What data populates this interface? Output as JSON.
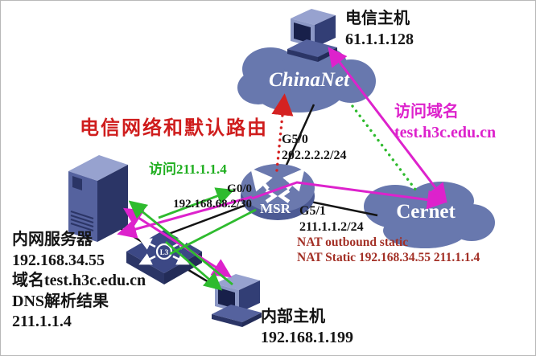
{
  "colors": {
    "cloud": "#6878ae",
    "icon_dark": "#2b3566",
    "icon_mid": "#55629e",
    "icon_light": "#8b97c5",
    "flow_magenta": "#dd22cc",
    "flow_green": "#2ebb2e",
    "route_red": "#d42222",
    "text_red": "#cf1d1d",
    "text_dark_red": "#a33026",
    "text_black": "#141414"
  },
  "nodes": {
    "telecom_host": {
      "name": "电信主机",
      "ip": "61.1.1.128"
    },
    "chinanet": {
      "name": "ChinaNet"
    },
    "cernet": {
      "name": "Cernet"
    },
    "router": {
      "name": "MSR"
    },
    "switch": {
      "badge": "L3"
    },
    "server": {
      "lines": [
        "内网服务器",
        "192.168.34.55",
        "域名test.h3c.edu.cn",
        "DNS解析结果",
        "211.1.1.4"
      ]
    },
    "internal_host": {
      "name": "内部主机",
      "ip": "192.168.1.199"
    }
  },
  "interfaces": {
    "g50": {
      "name": "G5/0",
      "addr": "202.2.2.2/24"
    },
    "g00": {
      "name": "G0/0",
      "addr": "192.168.68.2/30"
    },
    "g51": {
      "name": "G5/1",
      "addr": "211.1.1.2/24"
    }
  },
  "annotations": {
    "telecom_route": "电信网络和默认路由",
    "access_domain_title": "访问域名",
    "access_domain_value": "test.h3c.edu.cn",
    "access_ip": "访问211.1.1.4",
    "nat_line1": "NAT outbound static",
    "nat_line2": "NAT Static 192.168.34.55 211.1.1.4"
  }
}
